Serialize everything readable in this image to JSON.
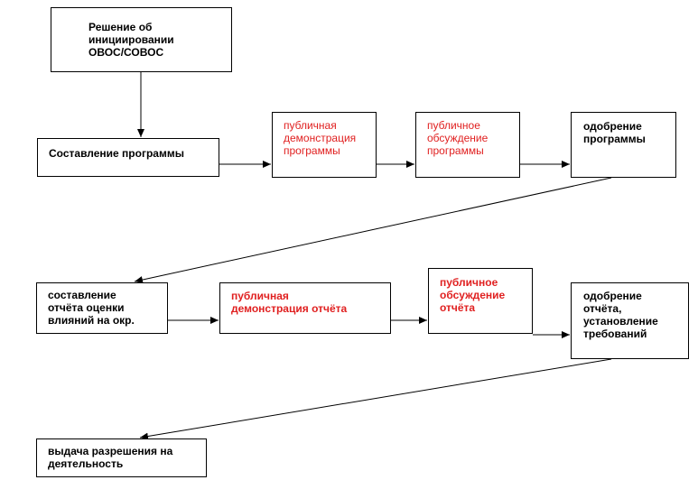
{
  "nodes": {
    "n1": "Решение об\nинициировании\nОВОС/СОВОС",
    "n2": "Составление программы",
    "n3": "публичная\nдемонстрация\nпрограммы",
    "n4": "публичное\nобсуждение\nпрограммы",
    "n5": "одобрение\nпрограммы",
    "n6": "составление\nотчёта оценки\nвлияний на окр.",
    "n7": "публичная\nдемонстрация отчёта",
    "n8": "публичное\nобсуждение\nотчёта",
    "n9": "одобрение\nотчёта,\nустановление\nтребований",
    "n10": "выдача разрешения на\nдеятельность"
  },
  "colors": {
    "black_text": "#000000",
    "red_text": "#e02020",
    "stroke": "#000000"
  }
}
